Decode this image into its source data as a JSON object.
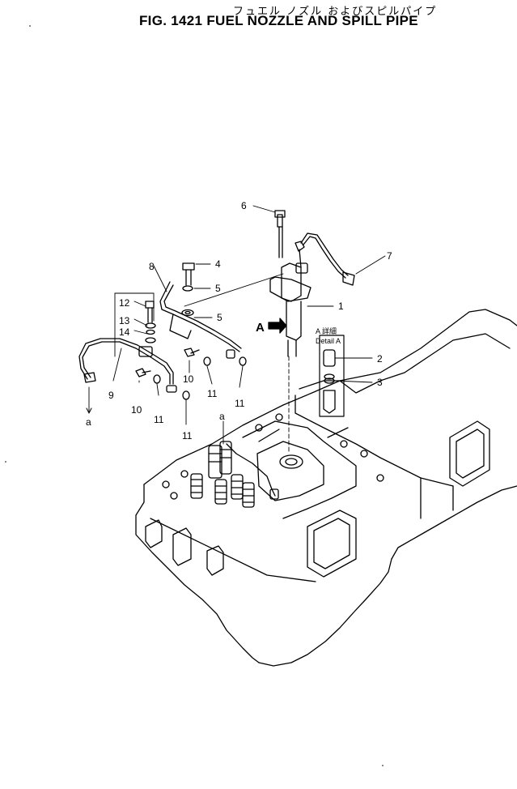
{
  "title": {
    "japanese": "フュエル ノズル およびスピルパイプ",
    "english": "FIG. 1421  FUEL NOZZLE AND SPILL PIPE"
  },
  "callouts": {
    "n1": "1",
    "n2": "2",
    "n3": "3",
    "n4": "4",
    "n5a": "5",
    "n5b": "5",
    "n6": "6",
    "n7": "7",
    "n8": "8",
    "n9": "9",
    "n10a": "10",
    "n10b": "10",
    "n11a": "11",
    "n11b": "11",
    "n11c": "11",
    "n11d": "11",
    "n12": "12",
    "n13": "13",
    "n14": "14",
    "a_top": "a",
    "a_left": "a",
    "A_arrow": "A"
  },
  "detail": {
    "label_jp": "A 詳細",
    "label_en": "Detail A"
  }
}
